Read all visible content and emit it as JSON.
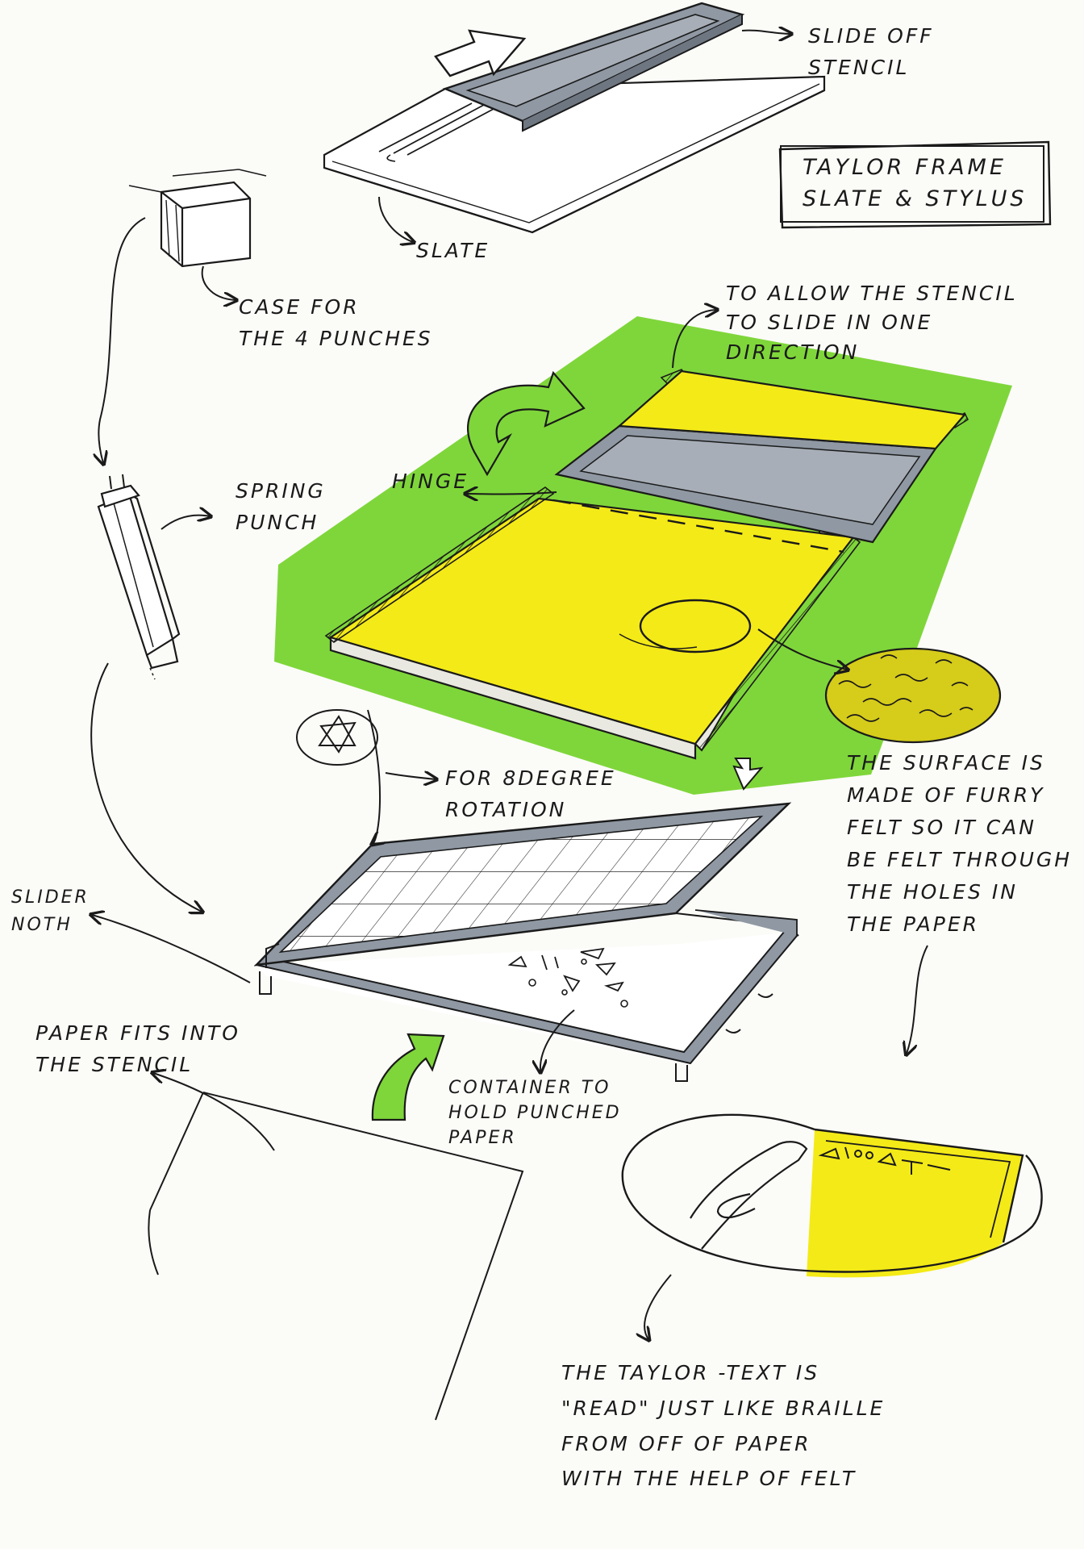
{
  "title": {
    "line1": "TAYLOR FRAME",
    "line2": "SLATE & STYLUS"
  },
  "labels": {
    "slide_off_stencil": "SLIDE OFF\nSTENCIL",
    "slate": "SLATE",
    "case_for_punches": "CASE FOR\nTHE 4 PUNCHES",
    "allow_stencil_slide": "TO ALLOW THE STENCIL\nTO SLIDE IN ONE\nDIRECTION",
    "hinge": "HINGE",
    "spring_punch": "SPRING\nPUNCH",
    "rotation": "FOR 8DEGREE\nROTATION",
    "surface_felt": "THE SURFACE IS\nMADE OF FURRY\nFELT SO IT CAN\nBE FELT THROUGH\nTHE HOLES IN\nTHE PAPER",
    "slider_notch": "SLIDER\nNOTH",
    "paper_fits": "PAPER FITS INTO\nTHE STENCIL",
    "container": "CONTAINER TO\nHOLD PUNCHED\nPAPER",
    "taylor_text_read": "THE TAYLOR -TEXT IS\n\"READ\" JUST LIKE BRAILLE\nFROM OFF OF PAPER\nWITH THE HELP OF FELT"
  },
  "colors": {
    "ink": "#1a1a1a",
    "marker_green": "#7fd63a",
    "marker_yellow": "#f4ea17",
    "marker_grey": "#8f98a3",
    "paper": "#fbfbf8"
  }
}
